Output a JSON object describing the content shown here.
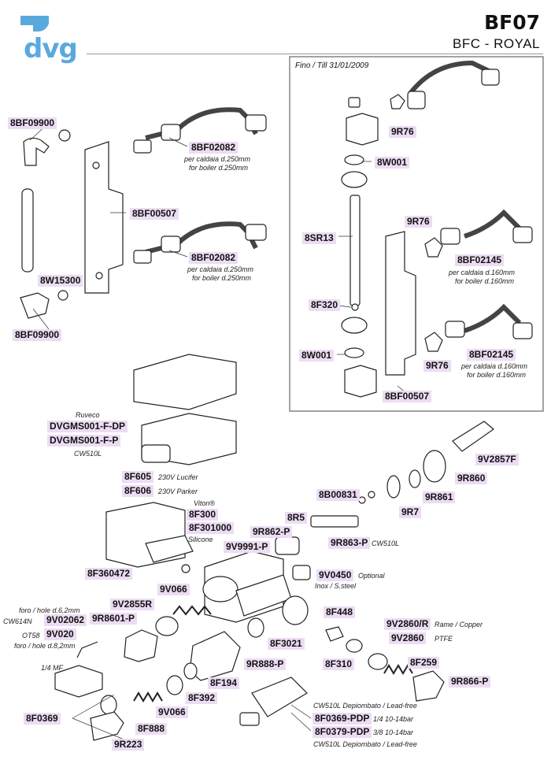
{
  "header": {
    "brand": "dvg",
    "code": "BF07",
    "model": "BFC - ROYAL"
  },
  "inset_caption": "Fino / Till 31/01/2009",
  "parts": {
    "p8BF09900_top": "8BF09900",
    "p8BF02082_a": "8BF02082",
    "note_8BF02082_a1": "per caldaia d.250mm",
    "note_8BF02082_a2": "for boiler d.250mm",
    "p8BF00507_left": "8BF00507",
    "p8BF02082_b": "8BF02082",
    "note_8BF02082_b1": "per caldaia d.250mm",
    "note_8BF02082_b2": "for boiler d.250mm",
    "p8W15300": "8W15300",
    "p8BF09900_bot": "8BF09900",
    "p9R76_a": "9R76",
    "p8W001_a": "8W001",
    "p8SR13": "8SR13",
    "p9R76_b": "9R76",
    "p8BF02145_a": "8BF02145",
    "note_8BF02145_a1": "per caldaia d.160mm",
    "note_8BF02145_a2": "for boiler d.160mm",
    "p8F320": "8F320",
    "p8W001_b": "8W001",
    "p9R76_c": "9R76",
    "p8BF02145_b": "8BF02145",
    "note_8BF02145_b1": "per caldaia d.160mm",
    "note_8BF02145_b2": "for boiler d.160mm",
    "p8BF00507_right": "8BF00507",
    "note_ruveco": "Ruveco",
    "pDVGMS001_F_DP": "DVGMS001-F-DP",
    "pDVGMS001_F_P": "DVGMS001-F-P",
    "note_cw510l_a": "CW510L",
    "p9V2857F": "9V2857F",
    "p8F605": "8F605",
    "note_8F605": "230V Lucifer",
    "p8F606": "8F606",
    "note_8F606": "230V Parker",
    "p9R860": "9R860",
    "p8B00831": "8B00831",
    "p9R861": "9R861",
    "note_viton": "Viton®",
    "p8F300": "8F300",
    "p8F301000": "8F301000",
    "note_silicone": "Silicone",
    "p8R5": "8R5",
    "p9R7": "9R7",
    "p9R862_P": "9R862-P",
    "p9R863_P": "9R863-P",
    "note_cw510l_b": "CW510L",
    "p9V9991_P": "9V9991-P",
    "p8F360472": "8F360472",
    "p9V0450": "9V0450",
    "note_optional": "Optional",
    "note_inox": "Inox / S.steel",
    "p9V066_a": "9V066",
    "p9V2855R": "9V2855R",
    "note_foro62": "foro / hole d.6,2mm",
    "note_cw614n": "CW614N",
    "p9V02062": "9V02062",
    "p9R8601_P": "9R8601-P",
    "note_ot58": "OT58",
    "p9V020": "9V020",
    "note_foro82": "foro / hole d.8,2mm",
    "p8F448": "8F448",
    "p9V2860R": "9V2860/R",
    "note_rame": "Rame / Copper",
    "p9V2860": "9V2860",
    "note_ptfe": "PTFE",
    "p8F3021": "8F3021",
    "p8F310": "8F310",
    "note_14mf": "1/4 MF",
    "p9R888_P": "9R888-P",
    "p8F259": "8F259",
    "p8F194": "8F194",
    "p9R866_P": "9R866-P",
    "p8F392": "8F392",
    "p9V066_b": "9V066",
    "note_cw510l_dep1": "CW510L Depiombato / Lead-free",
    "p8F0369": "8F0369",
    "p8F0369_PDP": "8F0369-PDP",
    "note_14bar": "1/4 10-14bar",
    "p8F888": "8F888",
    "p8F0379_PDP": "8F0379-PDP",
    "note_38bar": "3/8 10-14bar",
    "p9R223": "9R223",
    "note_cw510l_dep2": "CW510L Depiombato / Lead-free"
  }
}
